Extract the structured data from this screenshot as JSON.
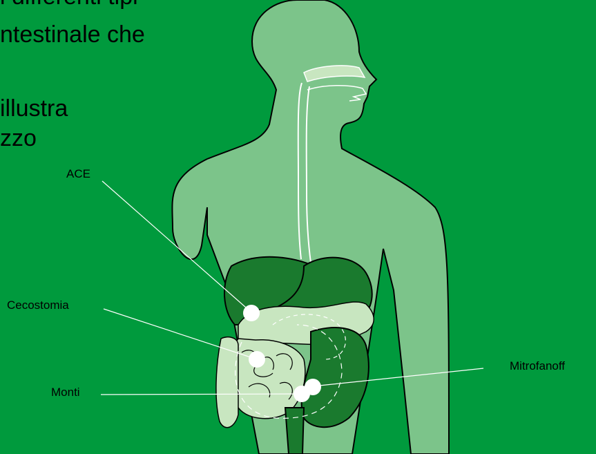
{
  "intro": {
    "line1": "i differenti tipi",
    "line2": "ntestinale che",
    "line3": "illustra",
    "line4": "zzo"
  },
  "labels": {
    "ace": "ACE",
    "cecostomia": "Cecostomia",
    "monti": "Monti",
    "mitrofanoff": "Mitrofanoff"
  },
  "colors": {
    "background": "#009a3d",
    "body": "#7cc48a",
    "organ_dark": "#1a7a2e",
    "organ_light": "#c8e6c0",
    "marker": "#ffffff"
  }
}
